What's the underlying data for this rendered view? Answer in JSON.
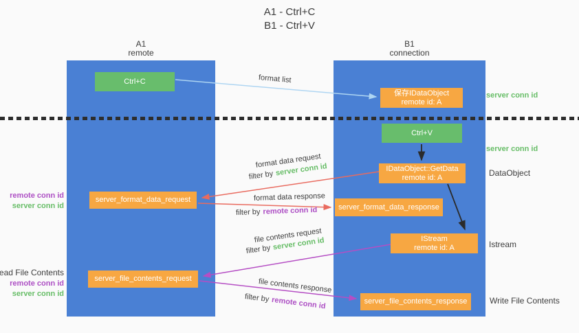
{
  "colors": {
    "background": "#fafafa",
    "column_blue": "#4a80d4",
    "box_green": "#68bd6c",
    "box_orange": "#f7a742",
    "arrow_red": "#e96b5f",
    "arrow_purple": "#b54ec4",
    "arrow_light_blue": "#aed5f2",
    "arrow_black": "#2b2b2b",
    "text_green": "#67bd67",
    "text_purple": "#ad4fc4",
    "text_dark": "#3c3c3c"
  },
  "title": {
    "line1": "A1 - Ctrl+C",
    "line2": "B1 - Ctrl+V"
  },
  "columns": {
    "left": {
      "id": "A1",
      "role": "remote"
    },
    "right": {
      "id": "B1",
      "role": "connection"
    }
  },
  "nodes": {
    "ctrl_c": {
      "label": "Ctrl+C"
    },
    "ctrl_v": {
      "label": "Ctrl+V"
    },
    "save_dataobject": {
      "line1": "保存IDataObject",
      "line2": "remote id: A"
    },
    "getdata": {
      "line1": "IDataObject::GetData",
      "line2": "remote id: A"
    },
    "istream": {
      "line1": "IStream",
      "line2": "remote id: A"
    },
    "server_format_data_request": {
      "label": "server_format_data_request"
    },
    "server_format_data_response": {
      "label": "server_format_data_response"
    },
    "server_file_contents_request": {
      "label": "server_file_contents_request"
    },
    "server_file_contents_response": {
      "label": "server_file_contents_response"
    }
  },
  "labels": {
    "format_list": "format list",
    "format_data_request": "format data request",
    "format_data_response": "format data response",
    "file_contents_request": "file contents request",
    "file_contents_response": "file contents response",
    "filter_by": "filter by",
    "server_conn_id": "server conn id",
    "remote_conn_id": "remote conn id",
    "dataobject": "DataObject",
    "istream_side": "Istream",
    "read_file_contents": "Read File Contents",
    "write_file_contents": "Write File Contents"
  },
  "edges": [
    {
      "from": "Ctrl+C",
      "to": "保存IDataObject",
      "label": "format list",
      "color": "#aed5f2"
    },
    {
      "from": "Ctrl+V",
      "to": "IDataObject::GetData",
      "label": "",
      "color": "#2b2b2b"
    },
    {
      "from": "IDataObject::GetData",
      "to": "server_format_data_request",
      "label": "format data request / filter by server conn id",
      "color": "#e96b5f"
    },
    {
      "from": "server_format_data_request",
      "to": "server_format_data_response",
      "label": "format data response / filter by remote conn id",
      "color": "#e96b5f"
    },
    {
      "from": "IDataObject::GetData",
      "to": "IStream",
      "label": "",
      "color": "#2b2b2b"
    },
    {
      "from": "IStream",
      "to": "server_file_contents_request",
      "label": "file contents request / filter by server conn id",
      "color": "#b54ec4"
    },
    {
      "from": "server_file_contents_request",
      "to": "server_file_contents_response",
      "label": "file contents response / filter by remote conn id",
      "color": "#b54ec4"
    }
  ]
}
